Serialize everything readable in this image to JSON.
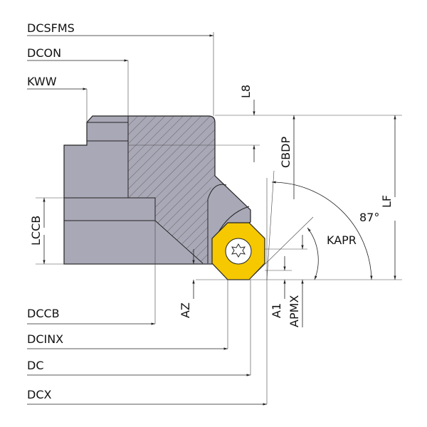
{
  "diagram": {
    "labels": {
      "dcsfms": "DCSFMS",
      "dcon": "DCON",
      "kww": "KWW",
      "l8": "L8",
      "cbdp": "CBDP",
      "lf": "LF",
      "lccb": "LCCB",
      "angle": "87°",
      "kapr": "KAPR",
      "az": "AZ",
      "a1": "A1",
      "apmx": "APMX",
      "dccb": "DCCB",
      "dcinx": "DCINX",
      "dc": "DC",
      "dcx": "DCX"
    },
    "colors": {
      "body": "#a9a8b6",
      "insert": "#f5c800"
    }
  }
}
